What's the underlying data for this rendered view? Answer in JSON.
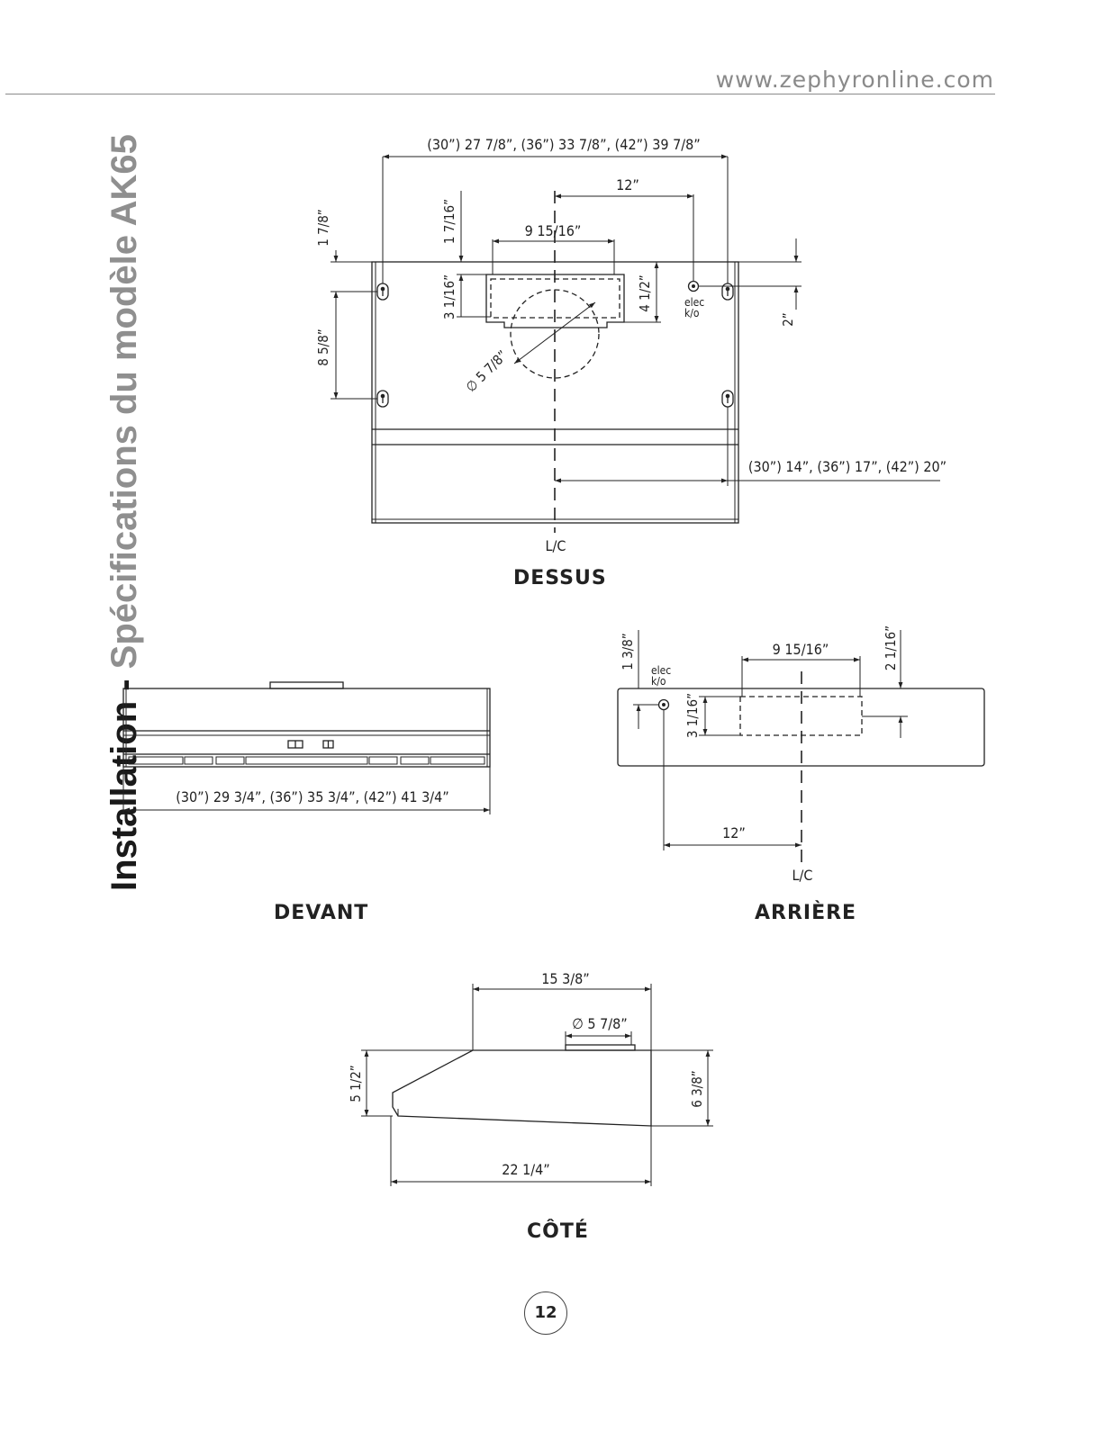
{
  "header": {
    "website": "www.zephyronline.com"
  },
  "side_title": {
    "part1": "Installation - ",
    "part2": "Spécifications du modèle AK65"
  },
  "views": {
    "top": {
      "caption": "DESSUS",
      "dims": {
        "overall_width": "(30”) 27 7/8”, (36”) 33 7/8”, (42”) 39 7/8”",
        "elec_offset": "12”",
        "duct_width": "9 15/16”",
        "edge_to_hole": "1 7/8”",
        "edge_to_duct": "1 7/16”",
        "duct_depth": "3 1/16”",
        "elec_depth": "4 1/2”",
        "hole_spacing": "8 5/8”",
        "duct_diameter": "∅ 5 7/8”",
        "right_offset": "2”",
        "half_width": "(30”) 14”, (36”) 17”, (42”) 20”"
      },
      "elec_label": "elec",
      "ko_label": "k/o",
      "centerline": "L/C"
    },
    "front": {
      "caption": "DEVANT",
      "dims": {
        "overall_width": "(30”) 29 3/4”, (36”) 35 3/4”, (42”) 41 3/4”"
      }
    },
    "back": {
      "caption": "ARRIÈRE",
      "dims": {
        "elec_height": "1 3/8”",
        "duct_width": "9 15/16”",
        "duct_top": "2 1/16”",
        "duct_height": "3 1/16”",
        "elec_offset": "12”"
      },
      "elec_label": "elec",
      "ko_label": "k/o",
      "centerline": "L/C"
    },
    "side": {
      "caption": "CÔTÉ",
      "dims": {
        "top_length": "15 3/8”",
        "duct_diameter": "∅ 5 7/8”",
        "front_height": "5 1/2”",
        "back_height": "6 3/8”",
        "depth": "22 1/4”"
      }
    }
  },
  "page_number": "12"
}
